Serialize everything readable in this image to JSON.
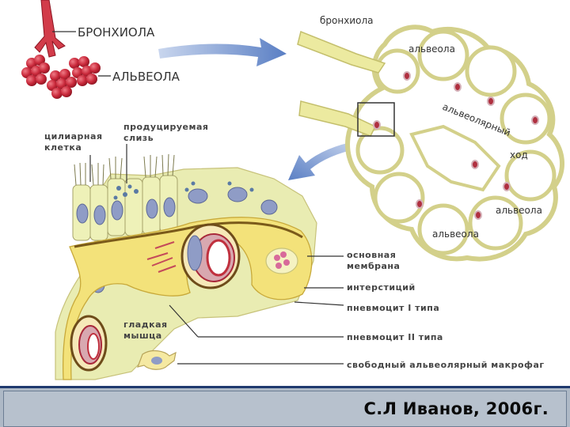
{
  "labels": {
    "bronchiole_top": "БРОНХИОЛА",
    "alveola_top": "АЛЬВЕОЛА",
    "bronchiole_small": "бронхиола",
    "alveola_1": "альвеола",
    "alveolar_duct_lines": [
      "альвеолярный",
      "ход"
    ],
    "alveola_2": "альвеола",
    "alveola_3": "альвеола",
    "ciliary_cell_lines": [
      "цилиарная",
      "клетка"
    ],
    "mucus_lines": [
      "продуцируемая",
      "слизь"
    ],
    "membrane_lines": [
      "основная",
      "мембрана"
    ],
    "interstitium": "интерстиций",
    "pneumocyte_1": "пневмоцит I типа",
    "pneumocyte_2": "пневмоцит II типа",
    "smooth_muscle_lines": [
      "гладкая",
      "мышца"
    ],
    "macrophage": "свободный альвеолярный макрофаг"
  },
  "footer": {
    "author": "С.Л Иванов, 2006г."
  },
  "colors": {
    "alveoli_red": "#c8283a",
    "epithelium_yellow": "#f1efa6",
    "membrane_yellow": "#f3e27a",
    "arrow_blue": "#5a7fc4",
    "footer_bar": "#1f3a6e"
  }
}
